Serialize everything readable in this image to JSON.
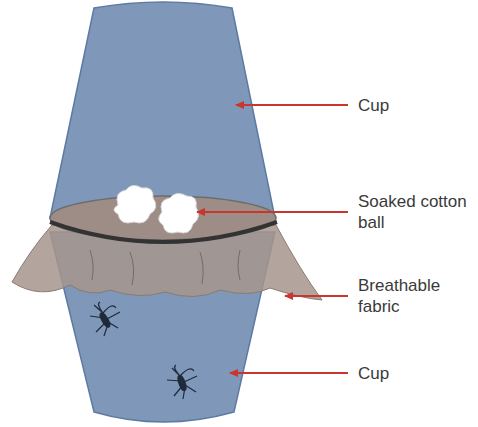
{
  "diagram": {
    "labels": [
      "Cup",
      "Soaked cotton ball",
      "Breathable fabric",
      "Cup"
    ]
  }
}
